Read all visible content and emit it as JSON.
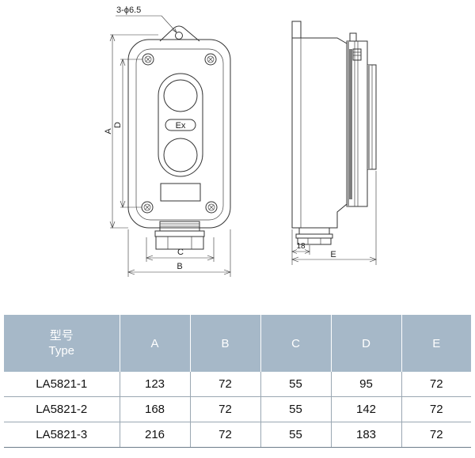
{
  "drawing": {
    "callout_hole": "3-ϕ6.5",
    "badge": "Ex",
    "dims": {
      "a": "A",
      "b": "B",
      "c": "C",
      "d": "D",
      "e": "E",
      "side": "18"
    }
  },
  "table": {
    "header_cn": "型号",
    "header_en": "Type",
    "columns": [
      "A",
      "B",
      "C",
      "D",
      "E"
    ],
    "rows": [
      {
        "type": "LA5821-1",
        "values": [
          "123",
          "72",
          "55",
          "95",
          "72"
        ]
      },
      {
        "type": "LA5821-2",
        "values": [
          "168",
          "72",
          "55",
          "142",
          "72"
        ]
      },
      {
        "type": "LA5821-3",
        "values": [
          "216",
          "72",
          "55",
          "183",
          "72"
        ]
      }
    ]
  }
}
